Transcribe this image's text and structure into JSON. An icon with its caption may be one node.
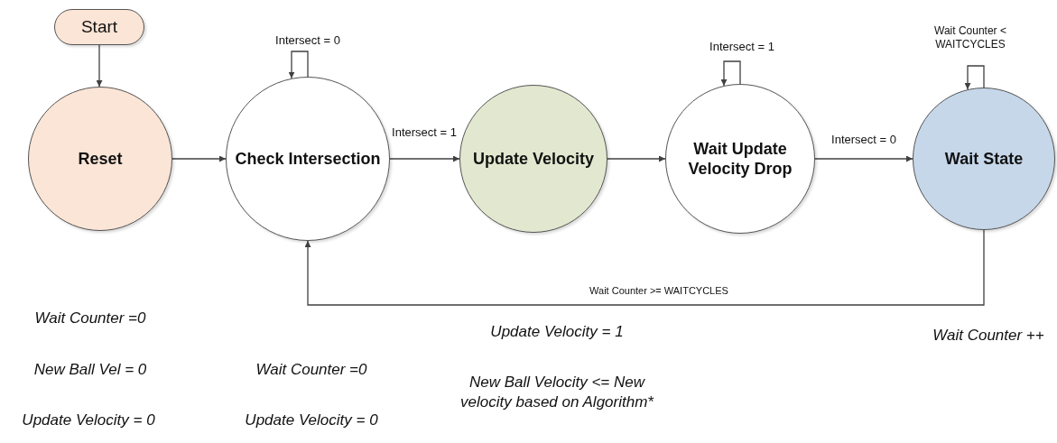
{
  "diagram": {
    "nodes": [
      {
        "text": [
          "Start"
        ]
      },
      {
        "text": [
          "Reset"
        ],
        "beside": [
          "Wait Counter =0",
          "New Ball Vel = 0",
          "Update Velocity = 0"
        ]
      },
      {
        "text": [
          "Check Intersection"
        ],
        "beside": [
          "Wait Counter =0",
          "Update Velocity = 0"
        ]
      },
      {
        "text": [
          "Update Velocity"
        ],
        "beside": [
          "Update Velocity = 1",
          "New Ball Velocity <= New velocity based on Algorithm*"
        ]
      },
      {
        "text": [
          "Wait Update Velocity Drop"
        ]
      },
      {
        "text": [
          "Wait State"
        ]
      }
    ],
    "edges": [
      {
        "from": 0,
        "to": 1,
        "arrow": "to"
      },
      {
        "from": 1,
        "to": 2,
        "arrow": "to"
      },
      {
        "from": 2,
        "to": 2,
        "arrow": "to",
        "label": "Intersect = 0"
      },
      {
        "from": 2,
        "to": 3,
        "arrow": "to",
        "label": "Intersect = 1"
      },
      {
        "from": 3,
        "to": 4,
        "arrow": "to"
      },
      {
        "from": 4,
        "to": 4,
        "arrow": "to",
        "label": "Intersect = 1"
      },
      {
        "from": 4,
        "to": 5,
        "arrow": "to",
        "label": "Intersect = 0"
      },
      {
        "from": 5,
        "to": 5,
        "arrow": "to",
        "label": "Wait Counter < WAITCYCLES"
      },
      {
        "from": 5,
        "to": 2,
        "arrow": "to",
        "label": "Wait Counter >= WAITCYCLES"
      }
    ],
    "labels": [
      "Wait Counter ++"
    ]
  }
}
